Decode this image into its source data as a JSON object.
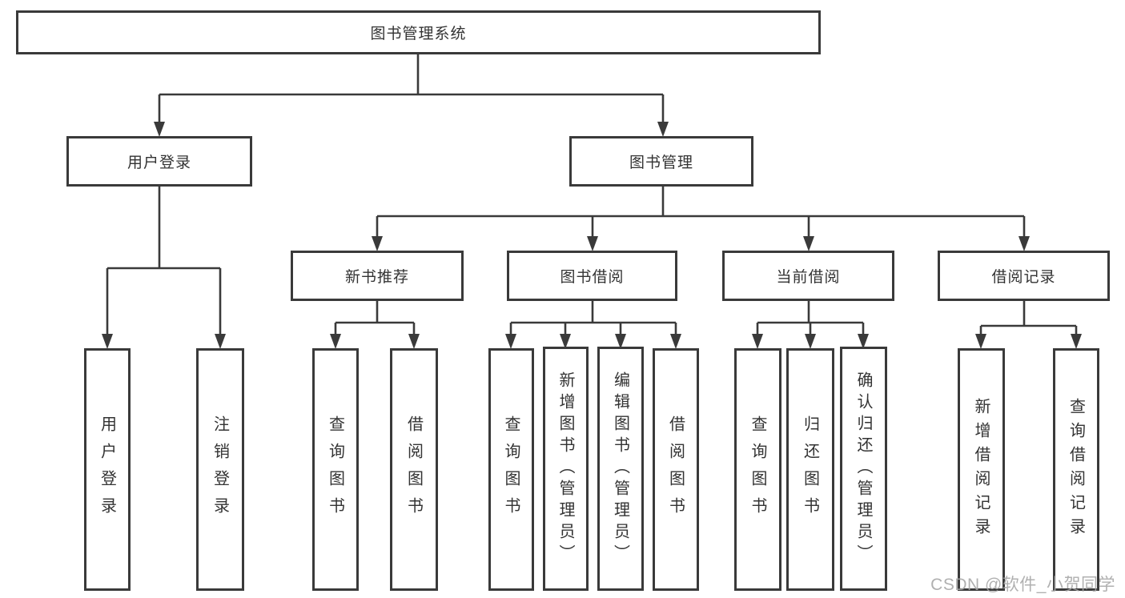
{
  "root_label": "图书管理系统",
  "level2": {
    "user_login": "用户登录",
    "book_mgmt": "图书管理"
  },
  "level3": {
    "new_book_rec": "新书推荐",
    "book_borrow": "图书借阅",
    "current_borrow": "当前借阅",
    "borrow_records": "借阅记录"
  },
  "leaves": {
    "user_login": [
      "用户登录",
      "注销登录"
    ],
    "new_book_rec": [
      "查询图书",
      "借阅图书"
    ],
    "book_borrow": [
      "查询图书",
      "新增图书（管理员）",
      "编辑图书（管理员）",
      "借阅图书"
    ],
    "current_borrow": [
      "查询图书",
      "归还图书",
      "确认归还（管理员）"
    ],
    "borrow_records": [
      "新增借阅记录",
      "查询借阅记录"
    ]
  },
  "watermark": "CSDN @软件_小贺同学",
  "colors": {
    "line": "#3a3a3a",
    "box_border": "#3a3a3a",
    "text": "#333333",
    "watermark": "#a5a5a5",
    "background": "#ffffff"
  }
}
